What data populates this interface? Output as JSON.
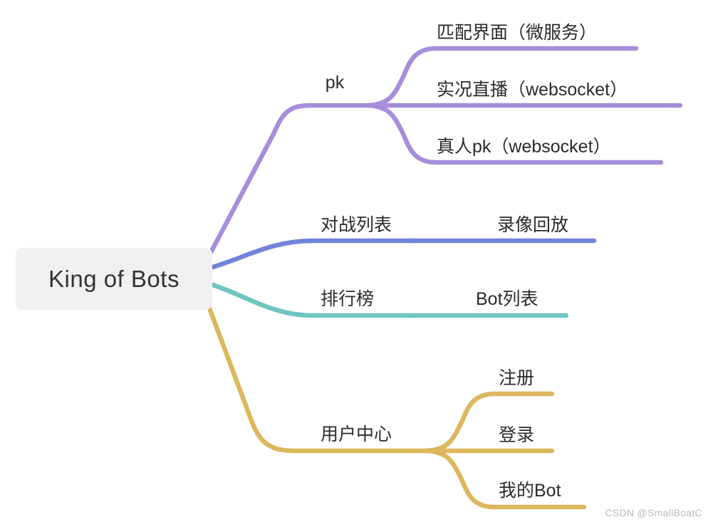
{
  "root": {
    "label": "King of Bots"
  },
  "branches": [
    {
      "label": "pk",
      "color": "#a78edb",
      "children": [
        {
          "label": "匹配界面（微服务）"
        },
        {
          "label": "实况直播（websocket）"
        },
        {
          "label": "真人pk（websocket）"
        }
      ]
    },
    {
      "label": "对战列表",
      "color": "#7283d9",
      "children": [
        {
          "label": "录像回放"
        }
      ]
    },
    {
      "label": "排行榜",
      "color": "#6fc5bf",
      "children": [
        {
          "label": "Bot列表"
        }
      ]
    },
    {
      "label": "用户中心",
      "color": "#ddb75e",
      "children": [
        {
          "label": "注册"
        },
        {
          "label": "登录"
        },
        {
          "label": "我的Bot"
        }
      ]
    }
  ],
  "watermark": "CSDN @SmallBoatC"
}
